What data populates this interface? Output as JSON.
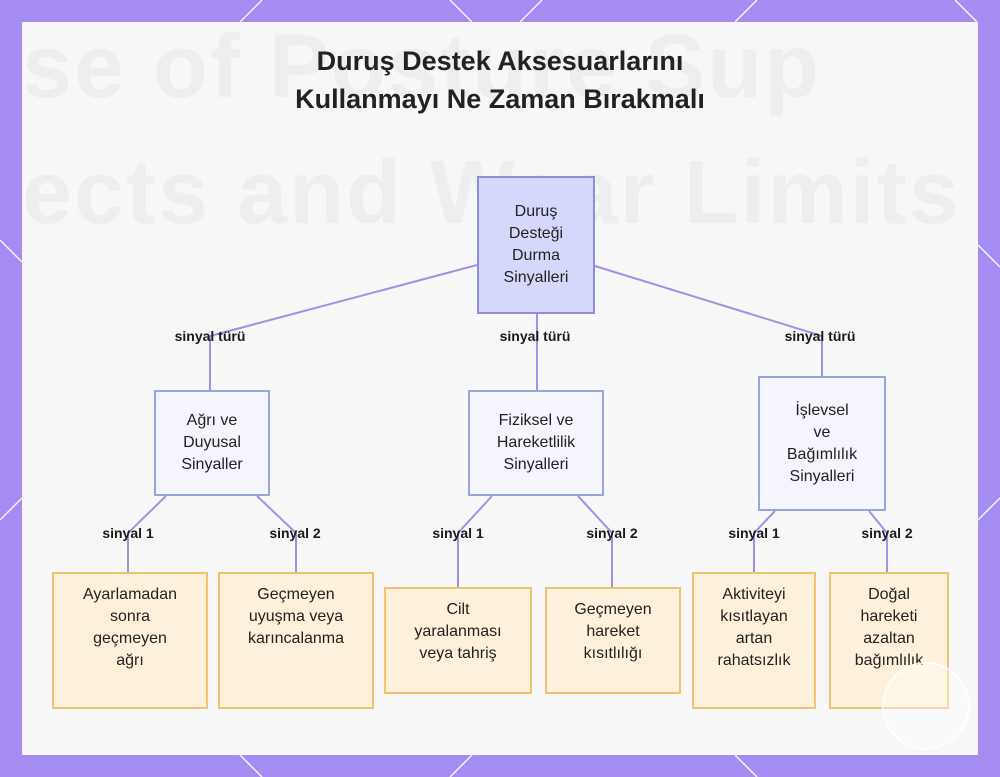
{
  "title": {
    "line1": "Duruş Destek Aksesuarlarını",
    "line2": "Kullanmayı Ne Zaman Bırakmalı"
  },
  "background_text": {
    "line1": "se of Posture Sup",
    "line2": "ects and Wear Limits"
  },
  "colors": {
    "frame": "#a48cf2",
    "edge": "#a68ee6",
    "root_fill": "#d5d8fb",
    "category_fill": "#f4f5fd",
    "leaf_fill": "#fdf1db",
    "leaf_border": "#f0c372"
  },
  "nodes": {
    "root": {
      "lines": [
        "Duruş",
        "Desteği",
        "Durma",
        "Sinyalleri"
      ]
    },
    "cat1": {
      "lines": [
        "Ağrı ve",
        "Duyusal",
        "Sinyaller"
      ]
    },
    "cat2": {
      "lines": [
        "Fiziksel ve",
        "Hareketlilik",
        "Sinyalleri"
      ]
    },
    "cat3": {
      "lines": [
        "İşlevsel",
        "ve",
        "Bağımlılık",
        "Sinyalleri"
      ]
    },
    "leaf1": {
      "lines": [
        "Ayarlamadan",
        "sonra",
        "geçmeyen",
        "ağrı"
      ]
    },
    "leaf2": {
      "lines": [
        "Geçmeyen",
        "uyuşma veya",
        "karıncalanma"
      ]
    },
    "leaf3": {
      "lines": [
        "Cilt",
        "yaralanması",
        "veya tahriş"
      ]
    },
    "leaf4": {
      "lines": [
        "Geçmeyen",
        "hareket",
        "kısıtlılığı"
      ]
    },
    "leaf5": {
      "lines": [
        "Aktiviteyi",
        "kısıtlayan",
        "artan",
        "rahatsızlık"
      ]
    },
    "leaf6": {
      "lines": [
        "Doğal",
        "hareketi",
        "azaltan",
        "bağımlılık"
      ]
    }
  },
  "edge_labels": {
    "type1": "sinyal türü",
    "type2": "sinyal türü",
    "type3": "sinyal türü",
    "s1a": "sinyal 1",
    "s1b": "sinyal 2",
    "s2a": "sinyal 1",
    "s2b": "sinyal 2",
    "s3a": "sinyal 1",
    "s3b": "sinyal 2"
  }
}
